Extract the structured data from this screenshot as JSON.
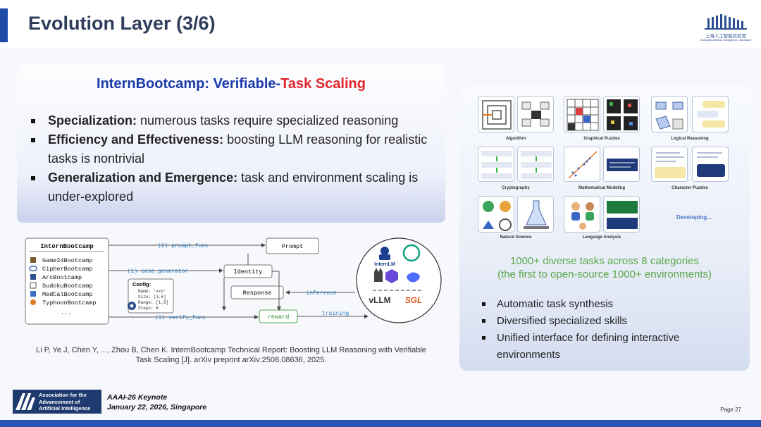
{
  "title": "Evolution Layer (3/6)",
  "logo": {
    "cn": "上海人工智能实验室",
    "en": "Shanghai Artificial Intelligence Laboratory"
  },
  "panel": {
    "title_part1": "InternBootcamp: Verifiable-",
    "title_part2": "Task Scaling",
    "bullets": [
      {
        "bold": "Specialization:",
        "text": " numerous tasks require specialized reasoning"
      },
      {
        "bold": "Efficiency and Effectiveness:",
        "text": " boosting LLM reasoning for realistic tasks is nontrivial"
      },
      {
        "bold": "Generalization and Emergence:",
        "text": " task and environment scaling is under-explored"
      }
    ]
  },
  "diagram": {
    "box_title": "InternBootcamp",
    "bootcamps": [
      "Game24Bootcamp",
      "CipherBootcamp",
      "ArcBootcamp",
      "SudokuBootcamp",
      "MedCalBootcamp",
      "TyphoonBootcamp"
    ],
    "ellipsis": "...",
    "config_title": "Config:",
    "config_lines": [
      "Name:  'xxx'",
      "Size:  [3,6]",
      "Range: [1,9]",
      "Steps:  8"
    ],
    "flow_prompt": "(2) prompt_func",
    "flow_case": "(1) case_generator",
    "flow_verify": "(3) verify_func",
    "prompt": "Prompt",
    "identity": "Identity",
    "response": "Response",
    "reward": "reward",
    "inference": "inference",
    "training": "training",
    "internlm": "InternLM",
    "vllm": "vLLM",
    "sgl": "SGL"
  },
  "citation": {
    "line1": "Li P, Ye J, Chen Y, ..., Zhou B, Chen K. InternBootcamp Technical Report: Boosting LLM Reasoning with Verifiable",
    "line2": "Task Scaling [J]. arXiv preprint arXiv:2508.08636, 2025."
  },
  "categories": [
    "Algorithm",
    "Graphical Puzzles",
    "Logical Reasoning",
    "Cryptography",
    "Mathematical Modeling",
    "Character Puzzles",
    "Natural Science",
    "Language Analysis"
  ],
  "developing": "Developing...",
  "green_line1": "1000+ diverse tasks across 8 categories",
  "green_line2": "(the first to open-source 1000+ environments)",
  "right_bullets": [
    "Automatic task synthesis",
    "Diversified specialized skills",
    "Unified interface for defining interactive environments"
  ],
  "footer": {
    "aaai": [
      "Association for the",
      "Advancement of",
      "Artificial Intelligence"
    ],
    "keynote_line1": "AAAI-26 Keynote",
    "keynote_line2": "January 22, 2026, Singapore",
    "page": "Page 27"
  },
  "colors": {
    "accent": "#1e4ba8",
    "title_blue": "#1c3aa9",
    "title_red": "#e0242b",
    "green": "#5aa84a",
    "footer_navy": "#1f3a6e"
  }
}
